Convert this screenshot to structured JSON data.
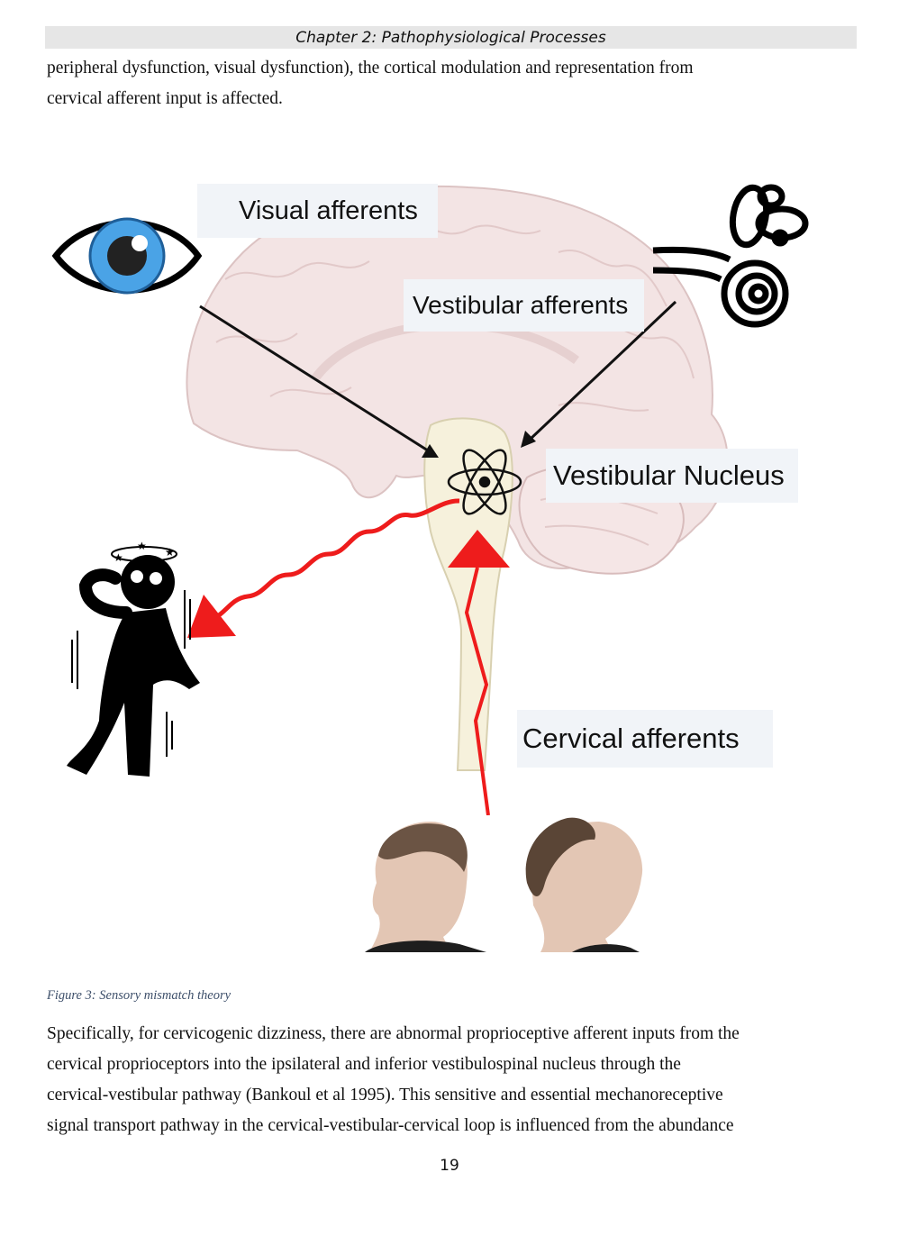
{
  "header": {
    "title": "Chapter 2: Pathophysiological Processes"
  },
  "top_paragraph": {
    "lines": [
      "peripheral dysfunction, visual dysfunction), the cortical modulation and representation from",
      "cervical afferent input is affected."
    ]
  },
  "figure": {
    "labels": {
      "visual": "Visual afferents",
      "vestibular": "Vestibular afferents",
      "nucleus": "Vestibular Nucleus",
      "cervical": "Cervical afferents"
    },
    "colors": {
      "arrow_red": "#ee1c1c",
      "eye_iris": "#4aa3e6",
      "brain": "#f3e4e4",
      "brainstem": "#f6f1dc"
    }
  },
  "caption": "Figure 3: Sensory mismatch theory",
  "bottom_paragraph": {
    "lines": [
      "Specifically, for cervicogenic dizziness, there are abnormal proprioceptive afferent inputs from the",
      "cervical proprioceptors into the ipsilateral and inferior vestibulospinal nucleus through the",
      "cervical-vestibular pathway (Bankoul et al 1995).  This sensitive and essential mechanoreceptive",
      "signal transport pathway in the cervical-vestibular-cervical loop is influenced from the abundance"
    ]
  },
  "page_number": "19"
}
